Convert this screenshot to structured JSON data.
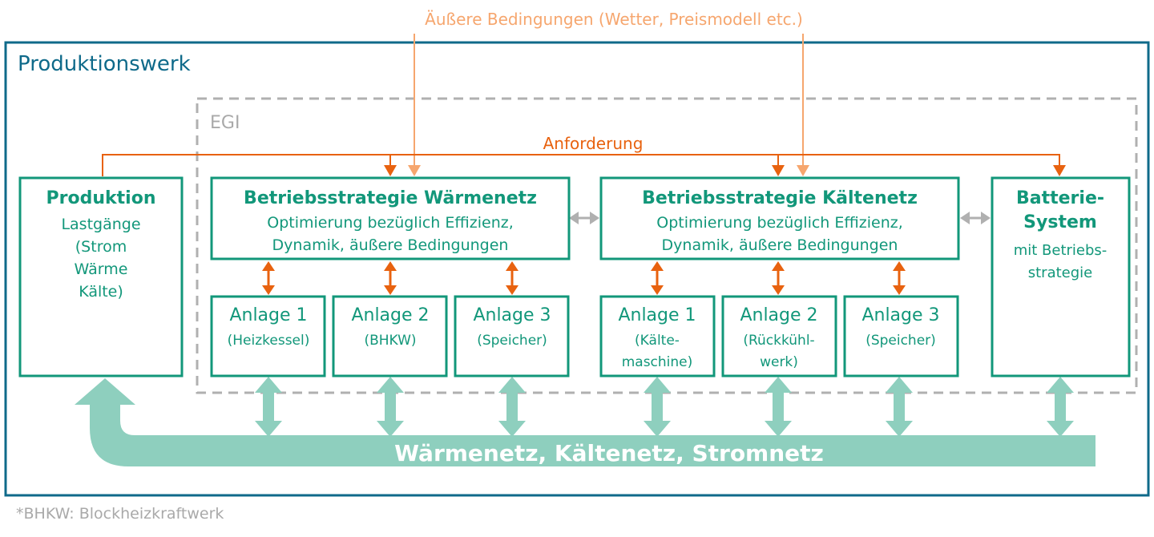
{
  "external": "Äußere Bedingungen (Wetter, Preismodell etc.)",
  "plant": "Produktionswerk",
  "egi": "EGI",
  "request": "Anforderung",
  "production": {
    "title": "Produktion",
    "lines": [
      "Lastgänge",
      "(Strom",
      "Wärme",
      "Kälte)"
    ]
  },
  "strategy_heat": {
    "title": "Betriebsstrategie Wärmenetz",
    "line1": "Optimierung bezüglich Effizienz,",
    "line2": "Dynamik, äußere Bedingungen"
  },
  "strategy_cold": {
    "title": "Betriebsstrategie Kältenetz",
    "line1": "Optimierung bezüglich Effizienz,",
    "line2": "Dynamik, äußere Bedingungen"
  },
  "battery": {
    "title1": "Batterie-",
    "title2": "System",
    "lines": [
      "mit Betriebs-",
      "strategie"
    ]
  },
  "heat_units": [
    {
      "name": "Anlage 1",
      "lines": [
        "(Heizkessel)"
      ]
    },
    {
      "name": "Anlage 2",
      "lines": [
        "(BHKW)"
      ]
    },
    {
      "name": "Anlage 3",
      "lines": [
        "(Speicher)"
      ]
    }
  ],
  "cold_units": [
    {
      "name": "Anlage 1",
      "lines": [
        "(Kälte-",
        "maschine)"
      ]
    },
    {
      "name": "Anlage 2",
      "lines": [
        "(Rückkühl-",
        "werk)"
      ]
    },
    {
      "name": "Anlage 3",
      "lines": [
        "(Speicher)"
      ]
    }
  ],
  "grid": "Wärmenetz, Kältenetz, Stromnetz",
  "footnote": "*BHKW: Blockheizkraftwerk",
  "colors": {
    "green": "#12977a",
    "mint": "#8ecfbe",
    "orange": "#e8620f",
    "peach": "#f6a66e",
    "blue": "#0f6a8a",
    "gray": "#a9a9a9"
  }
}
